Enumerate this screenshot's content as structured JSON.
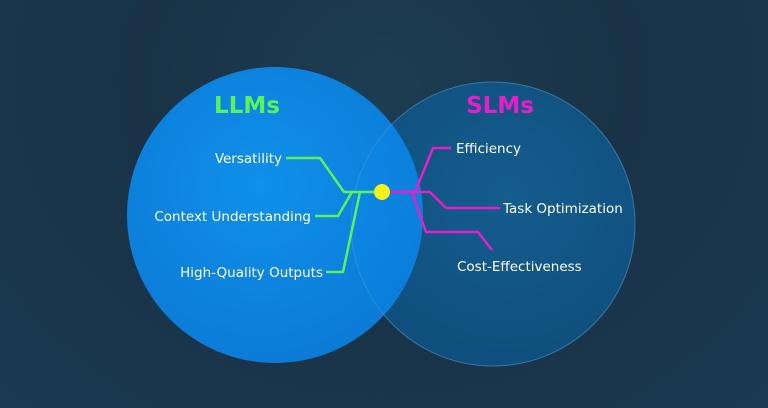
{
  "llm": {
    "title": "LLMs",
    "title_color": "#5cf25a",
    "line_color": "#5cf25a",
    "circle_color": "#0a8ef2",
    "features": [
      "Versatility",
      "Context Understanding",
      "High-Quality Outputs"
    ]
  },
  "slm": {
    "title": "SLMs",
    "title_color": "#e81fc8",
    "line_color": "#e81fc8",
    "circle_color": "#0f4f7e",
    "features": [
      "Efficiency",
      "Task Optimization",
      "Cost-Effectiveness"
    ]
  },
  "center_dot_color": "#f5f01a"
}
